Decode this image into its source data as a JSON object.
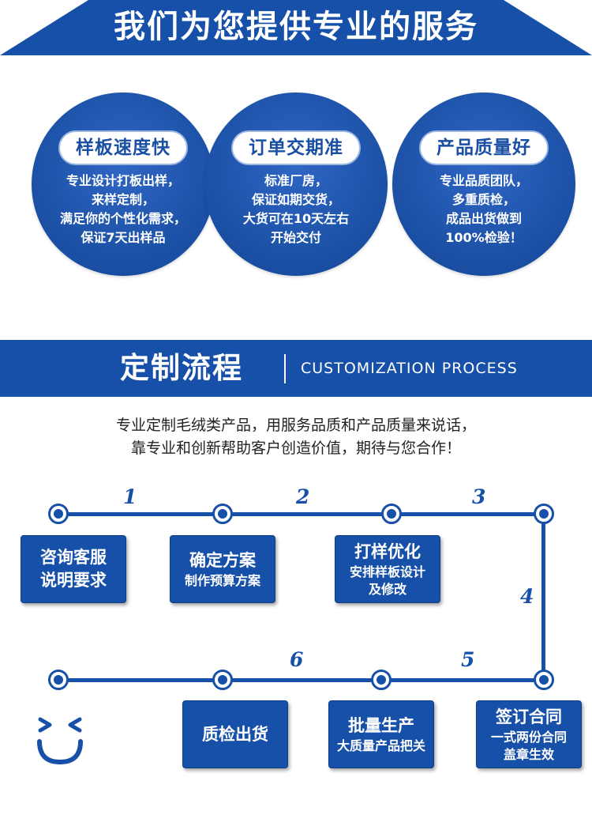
{
  "header": {
    "title": "我们为您提供专业的服务"
  },
  "services": [
    {
      "title": "样板速度快",
      "lines": [
        "专业设计打板出样，",
        "来样定制，",
        "满足你的个性化需求，",
        "保证7天出样品"
      ]
    },
    {
      "title": "订单交期准",
      "lines": [
        "标准厂房，",
        "保证如期交货，",
        "大货可在10天左右",
        "开始交付"
      ]
    },
    {
      "title": "产品质量好",
      "lines": [
        "专业品质团队，",
        "多重质检，",
        "成品出货做到",
        "100%检验！"
      ]
    }
  ],
  "process": {
    "heading": "定制流程",
    "subheading": "CUSTOMIZATION PROCESS",
    "intro": [
      "专业定制毛绒类产品，用服务品质和产品质量来说话，",
      "靠专业和创新帮助客户创造价值，期待与您合作！"
    ],
    "numbers": [
      "1",
      "2",
      "3",
      "4",
      "5",
      "6"
    ],
    "steps": [
      {
        "title": "咨询客服",
        "subtitle": "说明要求"
      },
      {
        "title": "确定方案",
        "subtitle": "制作预算方案"
      },
      {
        "title": "打样优化",
        "subtitle": "安排样板设计",
        "subtitle2": "及修改"
      },
      {
        "title": "签订合同",
        "subtitle": "一式两份合同",
        "subtitle2": "盖章生效"
      },
      {
        "title": "批量生产",
        "subtitle": "大质量产品把关"
      },
      {
        "title": "质检出货"
      }
    ]
  },
  "colors": {
    "primary": "#1750a8",
    "background": "#ffffff"
  },
  "icons": [
    "smiley-face-icon"
  ]
}
